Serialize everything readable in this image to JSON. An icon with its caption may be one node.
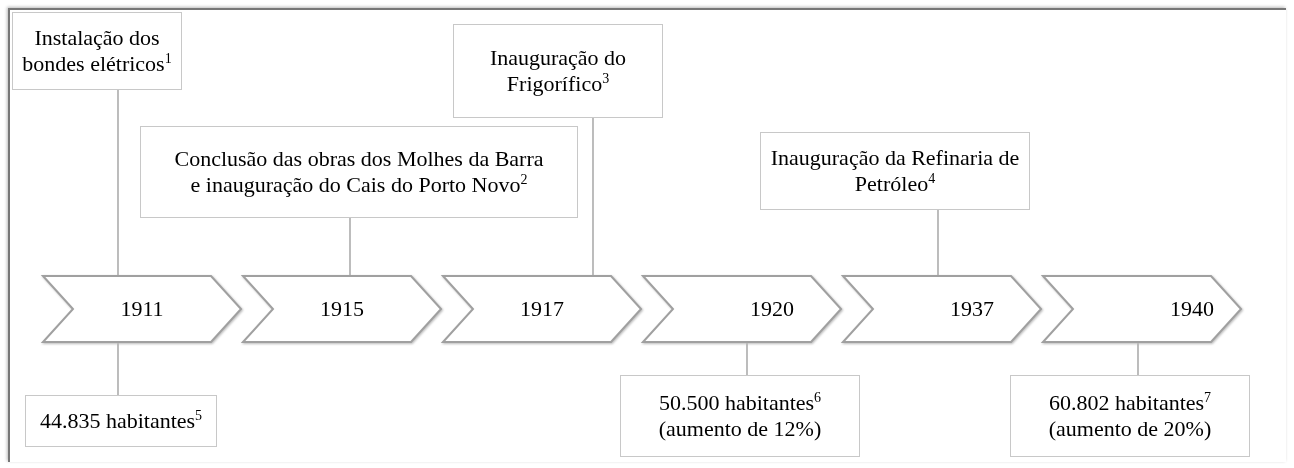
{
  "diagram": {
    "nodes": [
      {
        "text": [
          "Instalação dos bondes elétricos$^{1}$"
        ]
      },
      {
        "text": [
          "Inauguração do Frigorífico$^{3}$"
        ]
      },
      {
        "text": [
          "Conclusão das obras dos Molhes da Barra e inauguração do Cais do Porto Novo$^{2}$"
        ]
      },
      {
        "text": [
          "Inauguração da Refinaria de Petróleo$^{4}$"
        ]
      },
      {
        "text": [
          "1911"
        ]
      },
      {
        "text": [
          "1915"
        ]
      },
      {
        "text": [
          "1917"
        ]
      },
      {
        "text": [
          "1920"
        ]
      },
      {
        "text": [
          "1937"
        ]
      },
      {
        "text": [
          "1940"
        ]
      },
      {
        "text": [
          "44.835 habitantes$^{5}$"
        ]
      },
      {
        "text": [
          "50.500 habitantes$^{6}$ (aumento de 12%)"
        ]
      },
      {
        "text": [
          "60.802 habitantes$^{7}$ (aumento de 20%)"
        ]
      }
    ],
    "edges": [
      {
        "from": 0,
        "to": 4,
        "arrow": "none"
      },
      {
        "from": 2,
        "to": 5,
        "arrow": "none"
      },
      {
        "from": 1,
        "to": 6,
        "arrow": "none"
      },
      {
        "from": 3,
        "to": 8,
        "arrow": "none"
      },
      {
        "from": 10,
        "to": 4,
        "arrow": "none"
      },
      {
        "from": 11,
        "to": 7,
        "arrow": "none"
      },
      {
        "from": 12,
        "to": 9,
        "arrow": "none"
      }
    ]
  }
}
